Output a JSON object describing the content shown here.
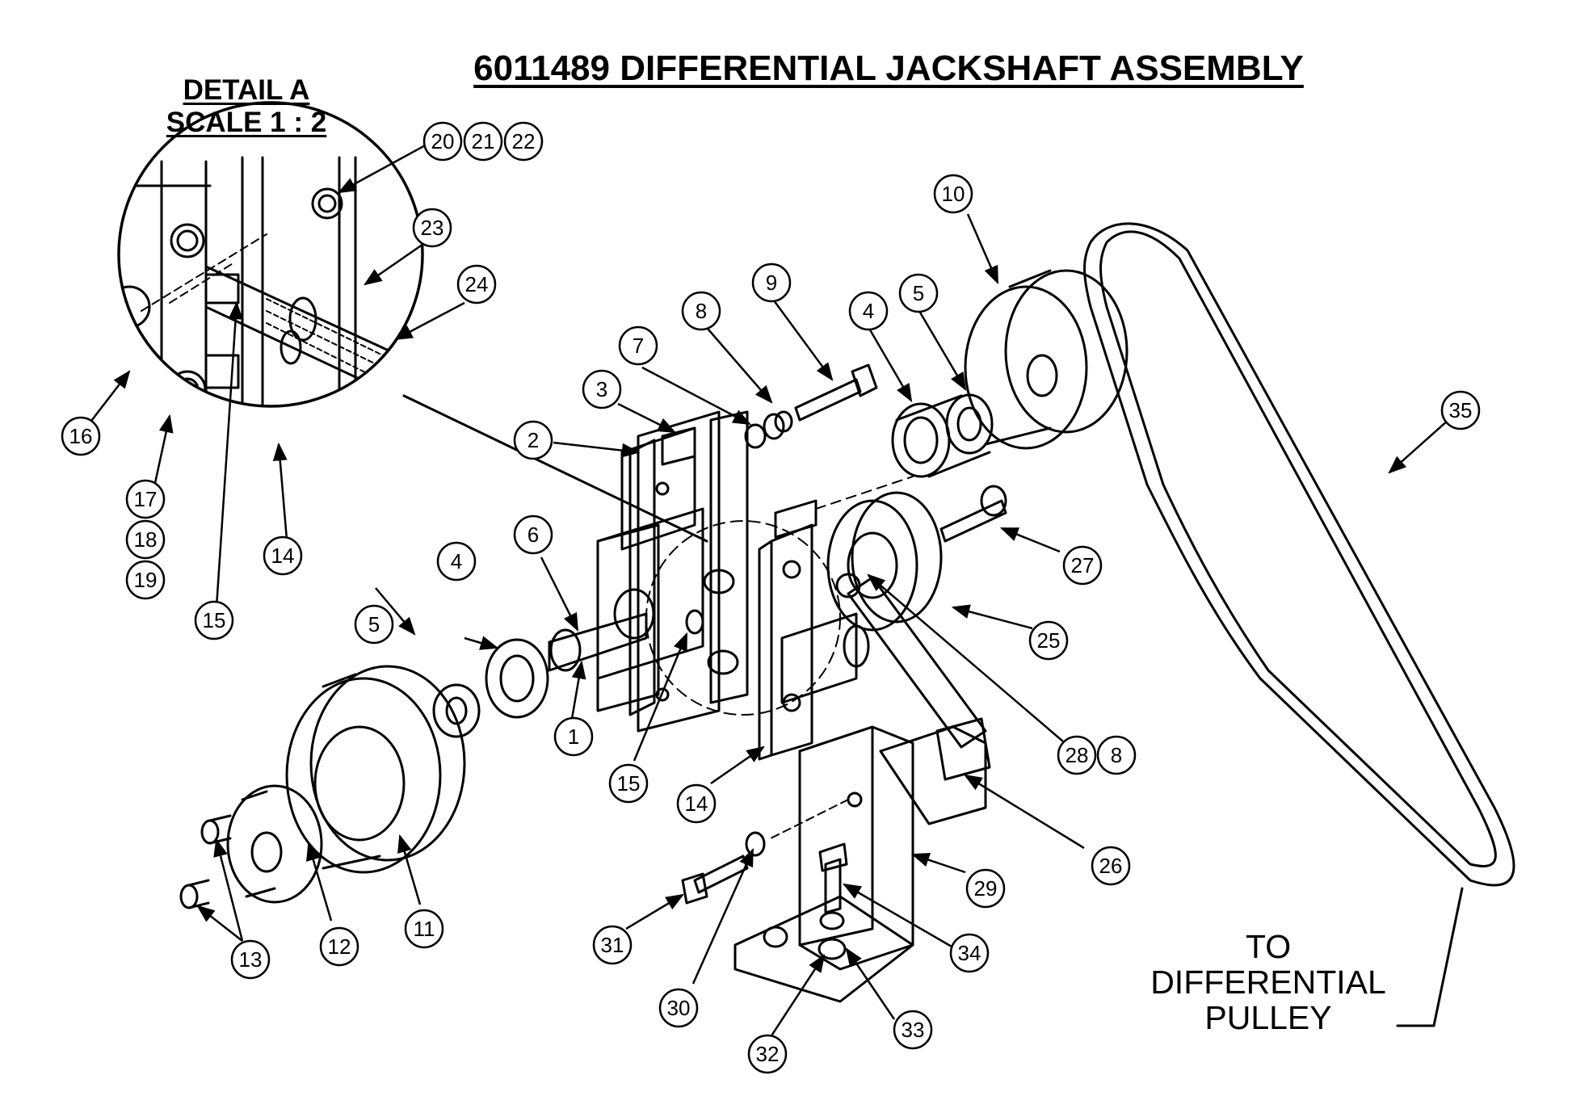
{
  "title": "6011489 DIFFERENTIAL JACKSHAFT ASSEMBLY",
  "detail": {
    "line1": "DETAIL A",
    "line2": "SCALE 1 : 2"
  },
  "note": {
    "line1": "TO",
    "line2": "DIFFERENTIAL",
    "line3": "PULLEY"
  },
  "callouts": [
    {
      "id": "c20",
      "label": "20"
    },
    {
      "id": "c21",
      "label": "21"
    },
    {
      "id": "c22",
      "label": "22"
    },
    {
      "id": "c23",
      "label": "23"
    },
    {
      "id": "c24",
      "label": "24"
    },
    {
      "id": "c16",
      "label": "16"
    },
    {
      "id": "c17",
      "label": "17"
    },
    {
      "id": "c18",
      "label": "18"
    },
    {
      "id": "c19",
      "label": "19"
    },
    {
      "id": "c15a",
      "label": "15"
    },
    {
      "id": "c14a",
      "label": "14"
    },
    {
      "id": "c10",
      "label": "10"
    },
    {
      "id": "c9",
      "label": "9"
    },
    {
      "id": "c8a",
      "label": "8"
    },
    {
      "id": "c7",
      "label": "7"
    },
    {
      "id": "c4a",
      "label": "4"
    },
    {
      "id": "c5a",
      "label": "5"
    },
    {
      "id": "c3",
      "label": "3"
    },
    {
      "id": "c2",
      "label": "2"
    },
    {
      "id": "c35",
      "label": "35"
    },
    {
      "id": "c6",
      "label": "6"
    },
    {
      "id": "c4b",
      "label": "4"
    },
    {
      "id": "c5b",
      "label": "5"
    },
    {
      "id": "c27",
      "label": "27"
    },
    {
      "id": "c25",
      "label": "25"
    },
    {
      "id": "c1",
      "label": "1"
    },
    {
      "id": "c28",
      "label": "28"
    },
    {
      "id": "c8b",
      "label": "8"
    },
    {
      "id": "c15b",
      "label": "15"
    },
    {
      "id": "c14b",
      "label": "14"
    },
    {
      "id": "c26",
      "label": "26"
    },
    {
      "id": "c11",
      "label": "11"
    },
    {
      "id": "c12",
      "label": "12"
    },
    {
      "id": "c13",
      "label": "13"
    },
    {
      "id": "c29",
      "label": "29"
    },
    {
      "id": "c31",
      "label": "31"
    },
    {
      "id": "c34",
      "label": "34"
    },
    {
      "id": "c30",
      "label": "30"
    },
    {
      "id": "c33",
      "label": "33"
    },
    {
      "id": "c32",
      "label": "32"
    }
  ]
}
